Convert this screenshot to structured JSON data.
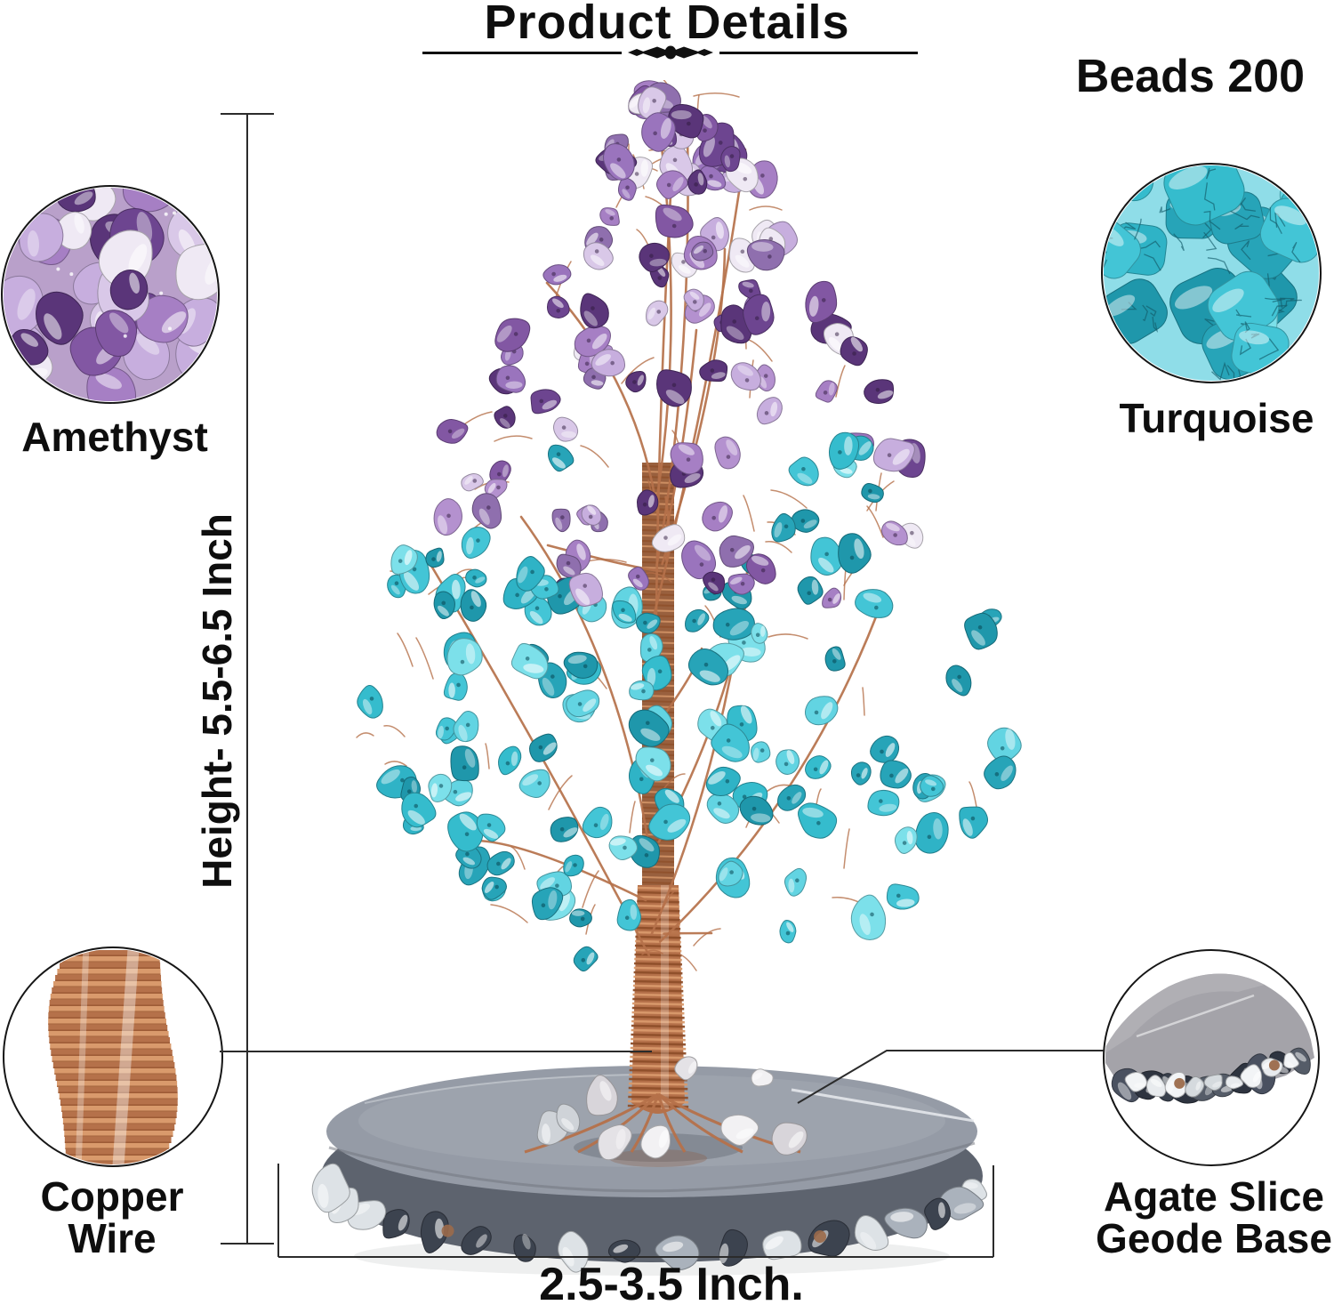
{
  "header": {
    "title": "Product Details",
    "beads_count_label": "Beads 200"
  },
  "insets": {
    "amethyst": {
      "label": "Amethyst"
    },
    "turquoise": {
      "label": "Turquoise"
    },
    "copper": {
      "label_line1": "Copper",
      "label_line2": "Wire"
    },
    "agate": {
      "label_line1": "Agate Slice",
      "label_line2": "Geode Base"
    }
  },
  "dimensions": {
    "height_label": "Height- 5.5-6.5 Inch",
    "width_label": "2.5-3.5 Inch."
  },
  "colors": {
    "text": "#0e0e0e",
    "line": "#2b2b2b",
    "copper": "#b5714a",
    "copper_light": "#d99a6c",
    "copper_dark": "#8f4f2a",
    "amethyst_palette": [
      "#b491cf",
      "#9a74bd",
      "#8257a3",
      "#6d4590",
      "#c7aede",
      "#5a3579",
      "#d9c8e8",
      "#a67fc4",
      "#8f6fae",
      "#efe9f4"
    ],
    "turquoise_palette": [
      "#43c5d6",
      "#2fb3c6",
      "#62d4e2",
      "#1f97ab",
      "#7ce0ea",
      "#27a4b8",
      "#35bccd"
    ],
    "quartz_palette": [
      "#f2f1f3",
      "#e4e2e6",
      "#d8d5da",
      "#cfd3d8"
    ],
    "base_top": "#959ba6",
    "base_rim": "#5d636e",
    "rim_light": "#dde2e6",
    "rim_mid": "#aab2bc",
    "rim_dark": "#3c434f",
    "rim_brown": "#9b6a4a"
  }
}
